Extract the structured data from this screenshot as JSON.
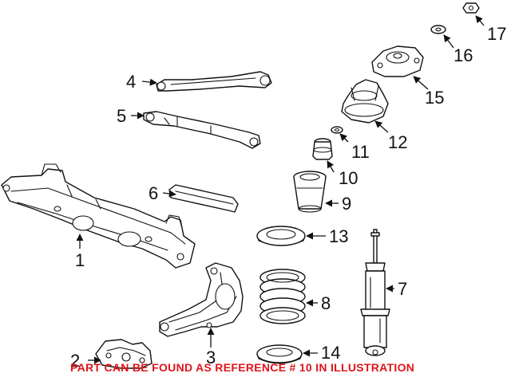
{
  "callouts": {
    "c1": "1",
    "c2": "2",
    "c3": "3",
    "c4": "4",
    "c5": "5",
    "c6": "6",
    "c7": "7",
    "c8": "8",
    "c9": "9",
    "c10": "10",
    "c11": "11",
    "c12": "12",
    "c13": "13",
    "c14": "14",
    "c15": "15",
    "c16": "16",
    "c17": "17"
  },
  "notice": "PART CAN BE FOUND AS REFERENCE # 10 IN ILLUSTRATION",
  "colors": {
    "notice": "#e0141b",
    "line": "#111111",
    "background": "#ffffff"
  }
}
